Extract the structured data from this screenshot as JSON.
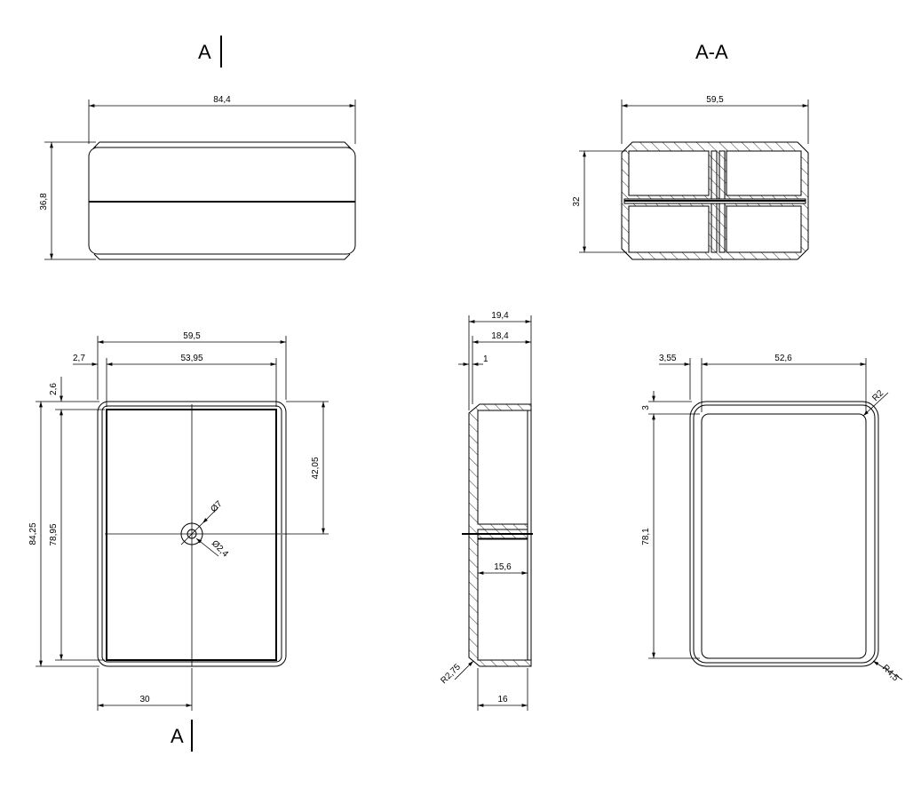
{
  "section_labels": {
    "top_left": "A",
    "top_right": "A-A",
    "bottom": "A"
  },
  "dimensions": {
    "front_width": "84,4",
    "front_height": "36,8",
    "section_width": "59,5",
    "section_height": "32",
    "plan_outer_width": "59,5",
    "plan_inner_width": "53,95",
    "plan_wall_x": "2,7",
    "plan_wall_y": "2,6",
    "plan_outer_height": "84,25",
    "plan_inner_height": "78,95",
    "plan_hole_offset_y": "42,05",
    "plan_hole_outer_dia": "Ø7",
    "plan_hole_inner_dia": "Ø2,4",
    "plan_hole_offset_x": "30",
    "side_total": "19,4",
    "side_inner": "18,4",
    "side_wall": "1",
    "side_mid": "15,6",
    "side_bottom": "16",
    "side_radius": "R2,75",
    "lid_offset_x": "3,55",
    "lid_inner_width": "52,6",
    "lid_offset_y": "3",
    "lid_inner_height": "78,1",
    "lid_corner_inner": "R2",
    "lid_corner_outer": "R4,5"
  }
}
